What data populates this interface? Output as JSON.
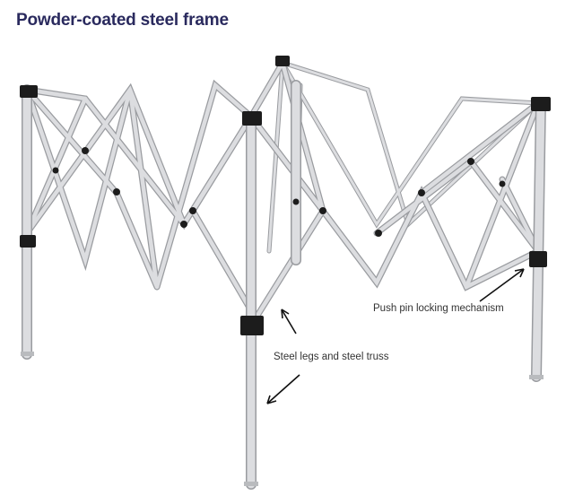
{
  "title": "Powder-coated steel frame",
  "callouts": {
    "pin": "Push pin locking mechanism",
    "legs": "Steel legs and steel truss"
  },
  "colors": {
    "title": "#2a2a5e",
    "steel": "#d9dadc",
    "steel_edge": "#9a9ca0",
    "joints": "#1c1c1c",
    "text": "#333333"
  }
}
